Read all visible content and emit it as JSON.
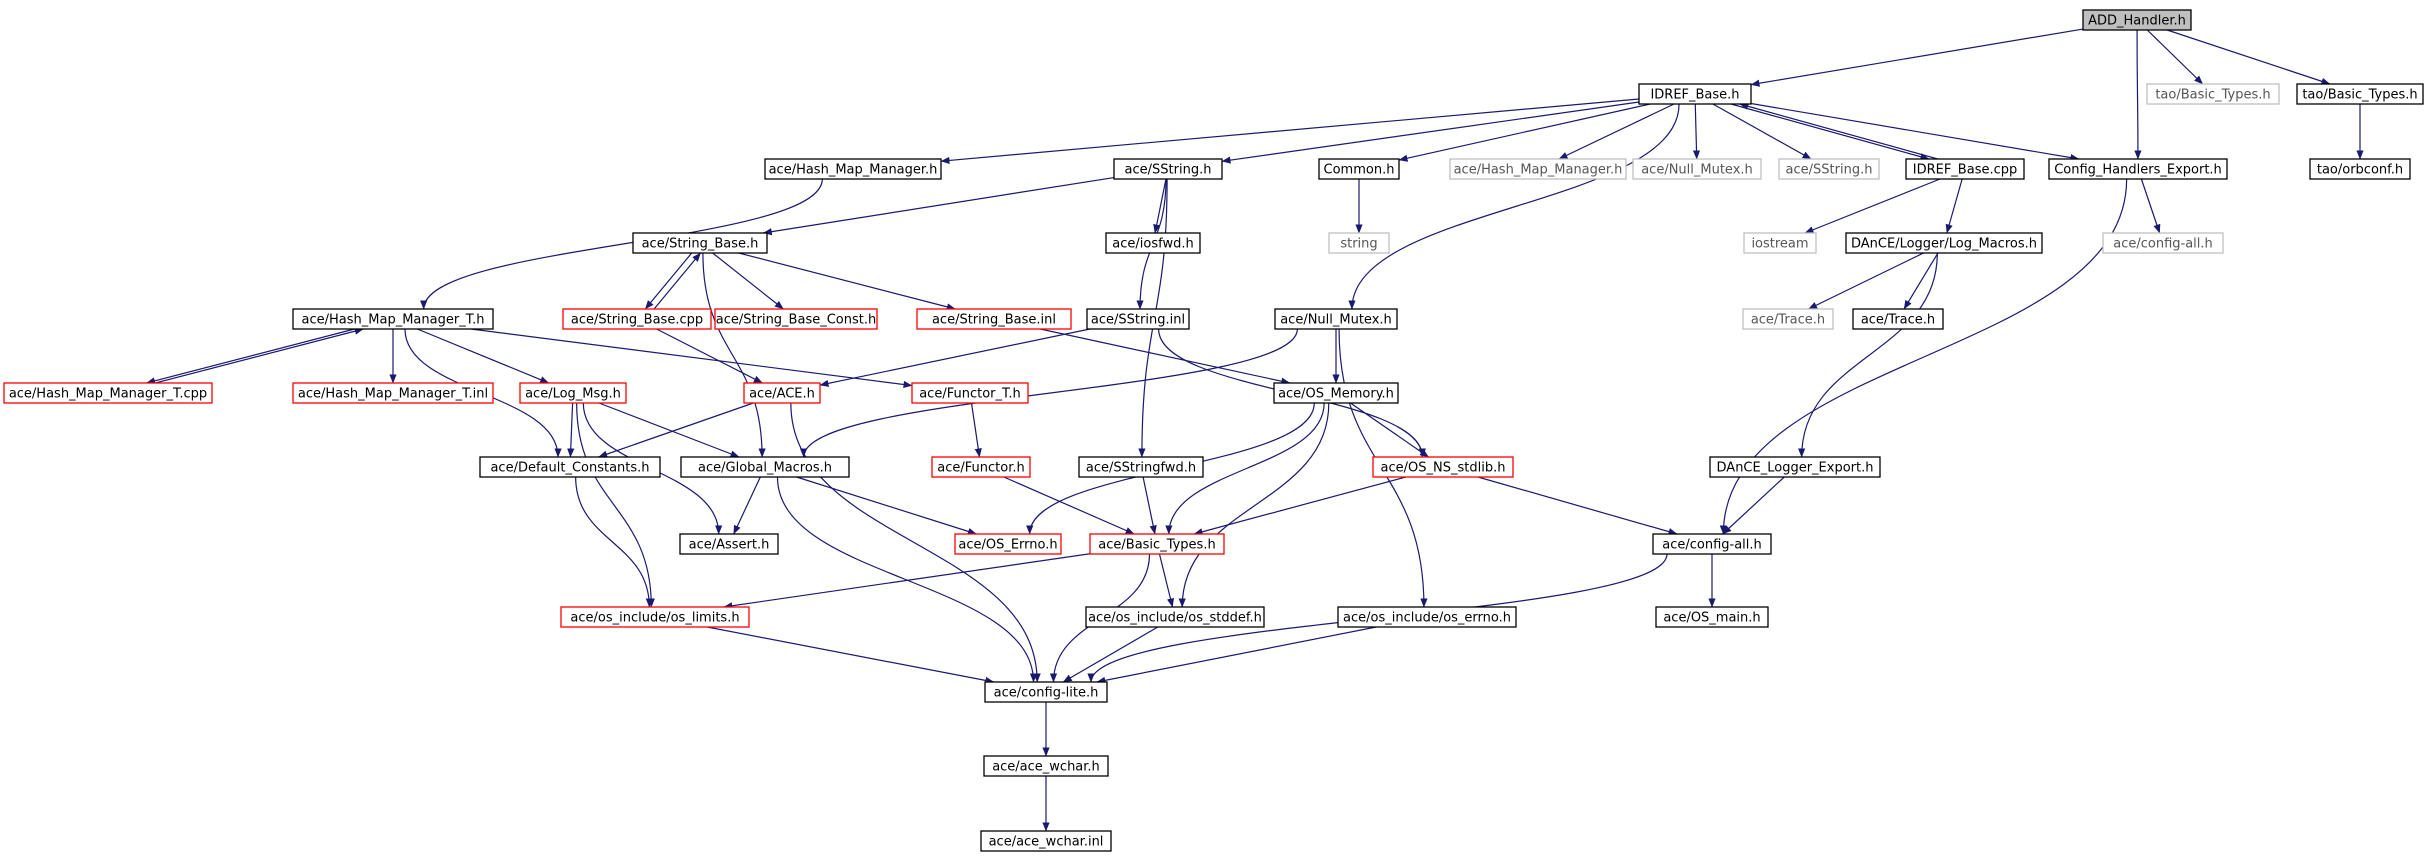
{
  "graph": {
    "edge_color": "#191970",
    "nodes": [
      {
        "id": "add_handler",
        "label": "ADD_Handler.h",
        "style": "root"
      },
      {
        "id": "idref_base_h",
        "label": "IDREF_Base.h",
        "style": "black"
      },
      {
        "id": "tao_basic_grey",
        "label": "tao/Basic_Types.h",
        "style": "grey"
      },
      {
        "id": "tao_basic",
        "label": "tao/Basic_Types.h",
        "style": "black"
      },
      {
        "id": "config_handlers_export",
        "label": "Config_Handlers_Export.h",
        "style": "black"
      },
      {
        "id": "tao_orbconf",
        "label": "tao/orbconf.h",
        "style": "black"
      },
      {
        "id": "hash_map_manager_h",
        "label": "ace/Hash_Map_Manager.h",
        "style": "black"
      },
      {
        "id": "sstring_h",
        "label": "ace/SString.h",
        "style": "black"
      },
      {
        "id": "common_h",
        "label": "Common.h",
        "style": "black"
      },
      {
        "id": "hash_map_manager_grey",
        "label": "ace/Hash_Map_Manager.h",
        "style": "grey"
      },
      {
        "id": "null_mutex_grey",
        "label": "ace/Null_Mutex.h",
        "style": "grey"
      },
      {
        "id": "sstring_grey",
        "label": "ace/SString.h",
        "style": "grey"
      },
      {
        "id": "idref_base_cpp",
        "label": "IDREF_Base.cpp",
        "style": "black"
      },
      {
        "id": "string_std",
        "label": "string",
        "style": "grey"
      },
      {
        "id": "iostream",
        "label": "iostream",
        "style": "grey"
      },
      {
        "id": "dance_log_macros",
        "label": "DAnCE/Logger/Log_Macros.h",
        "style": "black"
      },
      {
        "id": "config_all_grey",
        "label": "ace/config-all.h",
        "style": "grey"
      },
      {
        "id": "string_base_h",
        "label": "ace/String_Base.h",
        "style": "black"
      },
      {
        "id": "iosfwd",
        "label": "ace/iosfwd.h",
        "style": "black"
      },
      {
        "id": "ace_trace_grey",
        "label": "ace/Trace.h",
        "style": "grey"
      },
      {
        "id": "ace_trace",
        "label": "ace/Trace.h",
        "style": "black"
      },
      {
        "id": "hash_map_manager_t_h",
        "label": "ace/Hash_Map_Manager_T.h",
        "style": "black"
      },
      {
        "id": "string_base_cpp",
        "label": "ace/String_Base.cpp",
        "style": "red"
      },
      {
        "id": "string_base_const",
        "label": "ace/String_Base_Const.h",
        "style": "red"
      },
      {
        "id": "string_base_inl",
        "label": "ace/String_Base.inl",
        "style": "red"
      },
      {
        "id": "sstring_inl",
        "label": "ace/SString.inl",
        "style": "black"
      },
      {
        "id": "null_mutex_h",
        "label": "ace/Null_Mutex.h",
        "style": "black"
      },
      {
        "id": "hash_map_manager_t_cpp",
        "label": "ace/Hash_Map_Manager_T.cpp",
        "style": "red"
      },
      {
        "id": "hash_map_manager_t_inl",
        "label": "ace/Hash_Map_Manager_T.inl",
        "style": "red"
      },
      {
        "id": "log_msg",
        "label": "ace/Log_Msg.h",
        "style": "red"
      },
      {
        "id": "ace_h",
        "label": "ace/ACE.h",
        "style": "red"
      },
      {
        "id": "functor_t",
        "label": "ace/Functor_T.h",
        "style": "red"
      },
      {
        "id": "os_memory",
        "label": "ace/OS_Memory.h",
        "style": "black"
      },
      {
        "id": "default_constants",
        "label": "ace/Default_Constants.h",
        "style": "black"
      },
      {
        "id": "global_macros",
        "label": "ace/Global_Macros.h",
        "style": "black"
      },
      {
        "id": "functor_h",
        "label": "ace/Functor.h",
        "style": "red"
      },
      {
        "id": "sstringfwd",
        "label": "ace/SStringfwd.h",
        "style": "black"
      },
      {
        "id": "os_ns_stdlib",
        "label": "ace/OS_NS_stdlib.h",
        "style": "red"
      },
      {
        "id": "dance_logger_export",
        "label": "DAnCE_Logger_Export.h",
        "style": "black"
      },
      {
        "id": "ace_assert",
        "label": "ace/Assert.h",
        "style": "black"
      },
      {
        "id": "os_errno",
        "label": "ace/OS_Errno.h",
        "style": "red"
      },
      {
        "id": "basic_types",
        "label": "ace/Basic_Types.h",
        "style": "red"
      },
      {
        "id": "config_all",
        "label": "ace/config-all.h",
        "style": "black"
      },
      {
        "id": "os_limits",
        "label": "ace/os_include/os_limits.h",
        "style": "red"
      },
      {
        "id": "os_stddef",
        "label": "ace/os_include/os_stddef.h",
        "style": "black"
      },
      {
        "id": "os_errno_inc",
        "label": "ace/os_include/os_errno.h",
        "style": "black"
      },
      {
        "id": "os_main",
        "label": "ace/OS_main.h",
        "style": "black"
      },
      {
        "id": "config_lite",
        "label": "ace/config-lite.h",
        "style": "black"
      },
      {
        "id": "ace_wchar_h",
        "label": "ace/ace_wchar.h",
        "style": "black"
      },
      {
        "id": "ace_wchar_inl",
        "label": "ace/ace_wchar.inl",
        "style": "black"
      }
    ],
    "edges": [
      [
        "add_handler",
        "idref_base_h"
      ],
      [
        "add_handler",
        "tao_basic_grey"
      ],
      [
        "add_handler",
        "tao_basic"
      ],
      [
        "add_handler",
        "config_handlers_export"
      ],
      [
        "tao_basic",
        "tao_orbconf"
      ],
      [
        "idref_base_h",
        "hash_map_manager_h"
      ],
      [
        "idref_base_h",
        "sstring_h"
      ],
      [
        "idref_base_h",
        "common_h"
      ],
      [
        "idref_base_h",
        "hash_map_manager_grey"
      ],
      [
        "idref_base_h",
        "null_mutex_grey"
      ],
      [
        "idref_base_h",
        "sstring_grey"
      ],
      [
        "idref_base_h",
        "idref_base_cpp"
      ],
      [
        "idref_base_h",
        "config_handlers_export"
      ],
      [
        "idref_base_h",
        "null_mutex_h"
      ],
      [
        "idref_base_cpp",
        "idref_base_h"
      ],
      [
        "common_h",
        "string_std"
      ],
      [
        "idref_base_cpp",
        "iostream"
      ],
      [
        "idref_base_cpp",
        "dance_log_macros"
      ],
      [
        "config_handlers_export",
        "config_all_grey"
      ],
      [
        "config_handlers_export",
        "config_all"
      ],
      [
        "dance_log_macros",
        "ace_trace_grey"
      ],
      [
        "dance_log_macros",
        "ace_trace"
      ],
      [
        "dance_log_macros",
        "dance_logger_export"
      ],
      [
        "hash_map_manager_h",
        "hash_map_manager_t_h"
      ],
      [
        "sstring_h",
        "string_base_h"
      ],
      [
        "sstring_h",
        "iosfwd"
      ],
      [
        "sstring_h",
        "sstring_inl"
      ],
      [
        "sstring_h",
        "sstringfwd"
      ],
      [
        "string_base_h",
        "string_base_cpp"
      ],
      [
        "string_base_cpp",
        "string_base_h"
      ],
      [
        "string_base_h",
        "string_base_const"
      ],
      [
        "string_base_h",
        "string_base_inl"
      ],
      [
        "string_base_h",
        "global_macros"
      ],
      [
        "string_base_cpp",
        "ace_h"
      ],
      [
        "string_base_inl",
        "os_memory"
      ],
      [
        "sstring_inl",
        "ace_h"
      ],
      [
        "sstring_inl",
        "os_ns_stdlib"
      ],
      [
        "hash_map_manager_t_h",
        "hash_map_manager_t_cpp"
      ],
      [
        "hash_map_manager_t_cpp",
        "hash_map_manager_t_h"
      ],
      [
        "hash_map_manager_t_h",
        "hash_map_manager_t_inl"
      ],
      [
        "hash_map_manager_t_h",
        "log_msg"
      ],
      [
        "hash_map_manager_t_h",
        "functor_t"
      ],
      [
        "hash_map_manager_t_h",
        "default_constants"
      ],
      [
        "null_mutex_h",
        "os_memory"
      ],
      [
        "null_mutex_h",
        "global_macros"
      ],
      [
        "null_mutex_h",
        "os_errno_inc"
      ],
      [
        "log_msg",
        "default_constants"
      ],
      [
        "log_msg",
        "global_macros"
      ],
      [
        "log_msg",
        "ace_assert"
      ],
      [
        "log_msg",
        "os_limits"
      ],
      [
        "ace_h",
        "default_constants"
      ],
      [
        "ace_h",
        "config_lite"
      ],
      [
        "functor_t",
        "functor_h"
      ],
      [
        "functor_h",
        "basic_types"
      ],
      [
        "os_memory",
        "os_errno"
      ],
      [
        "os_memory",
        "basic_types"
      ],
      [
        "os_memory",
        "os_ns_stdlib"
      ],
      [
        "os_memory",
        "os_stddef"
      ],
      [
        "default_constants",
        "os_limits"
      ],
      [
        "global_macros",
        "ace_assert"
      ],
      [
        "global_macros",
        "os_errno"
      ],
      [
        "global_macros",
        "config_lite"
      ],
      [
        "sstringfwd",
        "basic_types"
      ],
      [
        "os_ns_stdlib",
        "basic_types"
      ],
      [
        "os_ns_stdlib",
        "config_all"
      ],
      [
        "dance_logger_export",
        "config_all"
      ],
      [
        "basic_types",
        "os_limits"
      ],
      [
        "basic_types",
        "os_stddef"
      ],
      [
        "basic_types",
        "config_lite"
      ],
      [
        "config_all",
        "os_main"
      ],
      [
        "config_all",
        "config_lite"
      ],
      [
        "os_limits",
        "config_lite"
      ],
      [
        "os_stddef",
        "config_lite"
      ],
      [
        "os_errno_inc",
        "config_lite"
      ],
      [
        "config_lite",
        "ace_wchar_h"
      ],
      [
        "ace_wchar_h",
        "ace_wchar_inl"
      ]
    ]
  }
}
